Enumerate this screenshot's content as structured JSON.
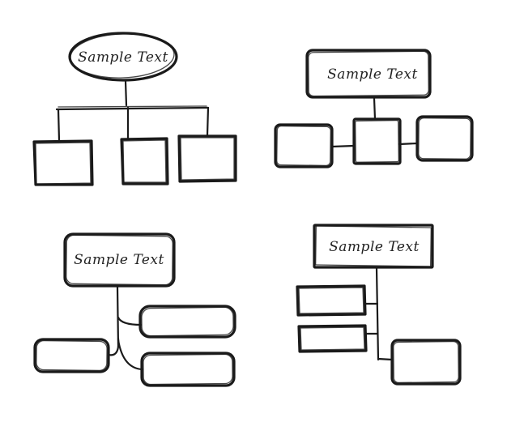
{
  "diagrams": [
    {
      "title": "Sample Text"
    },
    {
      "title": "Sample Text"
    },
    {
      "title": "Sample Text"
    },
    {
      "title": "Sample Text"
    }
  ]
}
